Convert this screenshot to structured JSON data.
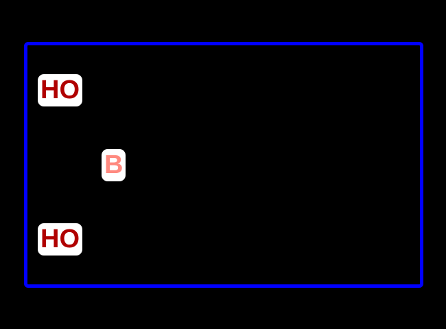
{
  "diagram": {
    "frame_color": "#0000ff",
    "background_color": "#000000",
    "labels": [
      {
        "text": "HO",
        "color": "#b00000",
        "bg": "#ffffff"
      },
      {
        "text": "B",
        "color": "#ff8a80",
        "bg": "#ffffff"
      },
      {
        "text": "HO",
        "color": "#b00000",
        "bg": "#ffffff"
      }
    ]
  }
}
